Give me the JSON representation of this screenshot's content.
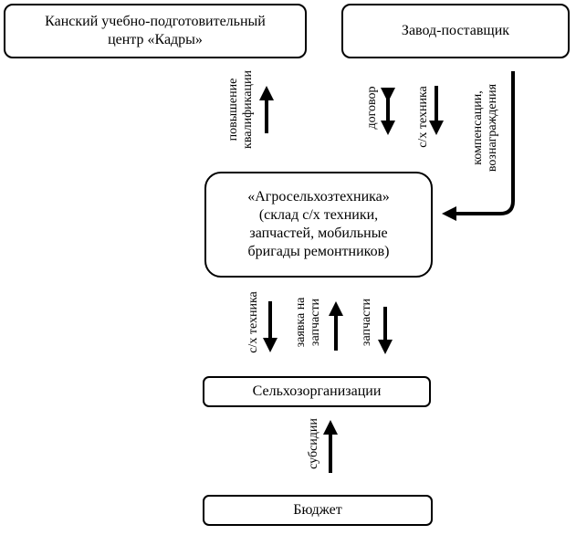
{
  "nodes": {
    "kadry": "Канский учебно-подготовительный\nцентр «Кадры»",
    "zavod": "Завод-поставщик",
    "agro": "«Агросельхозтехника»\n(склад с/х техники,\nзапчастей, мобильные\nбригады ремонтников)",
    "selhoz": "Сельхозорганизации",
    "budget": "Бюджет"
  },
  "labels": {
    "povysh": "повышение\nквалификации",
    "dogovor": "договор",
    "technika_top": "с/х техника",
    "kompens": "компенсации,\nвознаграждения",
    "technika_bot": "с/х техника",
    "zayavka": "заявка на\nзапчасти",
    "zapchasti": "запчасти",
    "subsidii": "субсидии"
  }
}
